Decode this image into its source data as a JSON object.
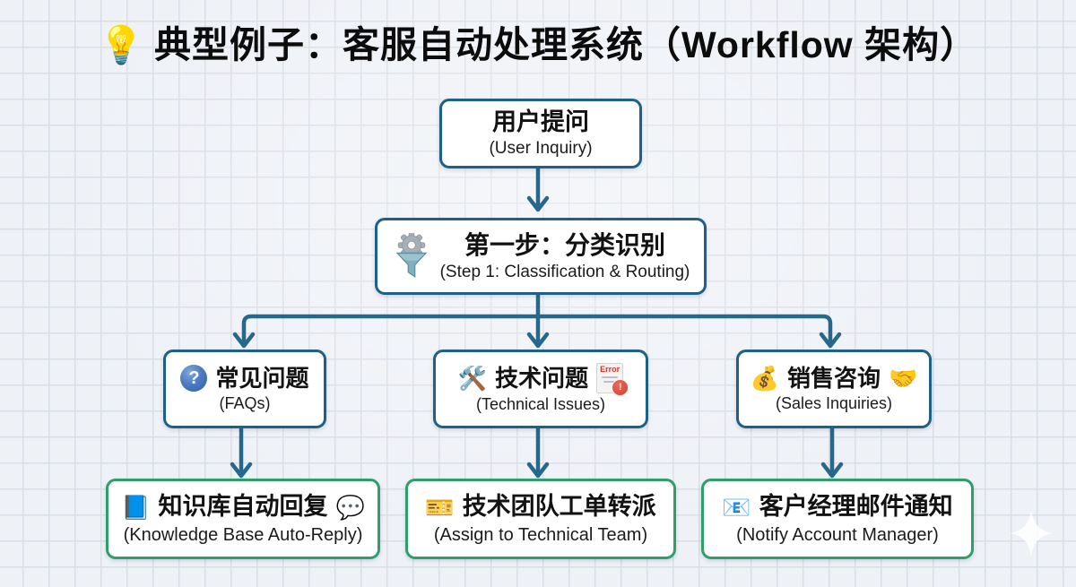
{
  "title": {
    "icon": "💡",
    "text": "典型例子：客服自动处理系统（Workflow 架构）"
  },
  "nodes": {
    "inquiry": {
      "zh": "用户提问",
      "en": "(User Inquiry)"
    },
    "step1": {
      "zh": "第一步：分类识别",
      "en": "(Step 1: Classification & Routing)"
    },
    "faq": {
      "q_glyph": "?",
      "zh": "常见问题",
      "en": "(FAQs)"
    },
    "tech": {
      "tools_icon": "🛠️",
      "zh": "技术问题",
      "en": "(Technical Issues)",
      "error_label": "Error",
      "error_mark": "!"
    },
    "sales": {
      "money_icon": "💰",
      "zh": "销售咨询",
      "handshake_icon": "🤝",
      "en": "(Sales Inquiries)"
    },
    "kb": {
      "book_icon": "📘",
      "zh": "知识库自动回复",
      "speech_icon": "💬",
      "en": "(Knowledge Base Auto-Reply)"
    },
    "ticket": {
      "ticket_icon": "🎫",
      "zh": "技术团队工单转派",
      "en": "(Assign to Technical Team)"
    },
    "email": {
      "email_icon": "📧",
      "zh": "客户经理邮件通知",
      "en": "(Notify Account Manager)"
    }
  },
  "icons": {
    "step1_icon": "gear-funnel",
    "faq_icon": "blue-question-circle",
    "tech_error_icon": "error-document"
  },
  "colors": {
    "background": "#eef1f6",
    "grid_line": "#d9dde5",
    "flow_blue": "#26688c",
    "box_border_blue": "#1e6086",
    "box_border_green": "#2f9e68",
    "box_fill": "#ffffff",
    "text": "#121212"
  }
}
